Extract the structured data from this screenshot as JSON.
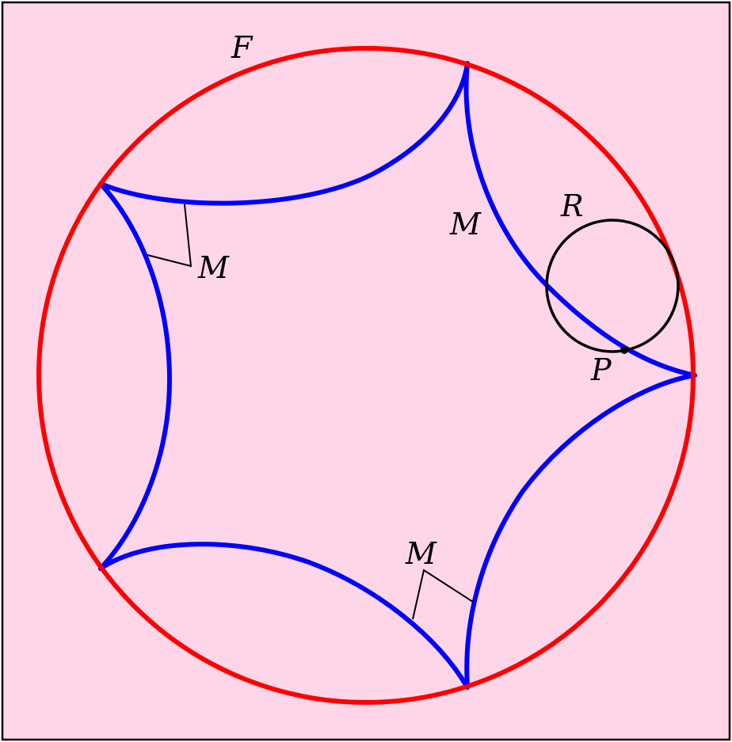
{
  "colors": {
    "background": "#ffd6e8",
    "frame": "#000000",
    "boundary_circle": "#ff0000",
    "geodesics": "#0000ff",
    "ink": "#000000"
  },
  "labels": {
    "boundary": "F",
    "geodesic_top": "M",
    "geodesic_left": "M",
    "geodesic_bottom": "M",
    "circle": "R",
    "point": "P"
  }
}
